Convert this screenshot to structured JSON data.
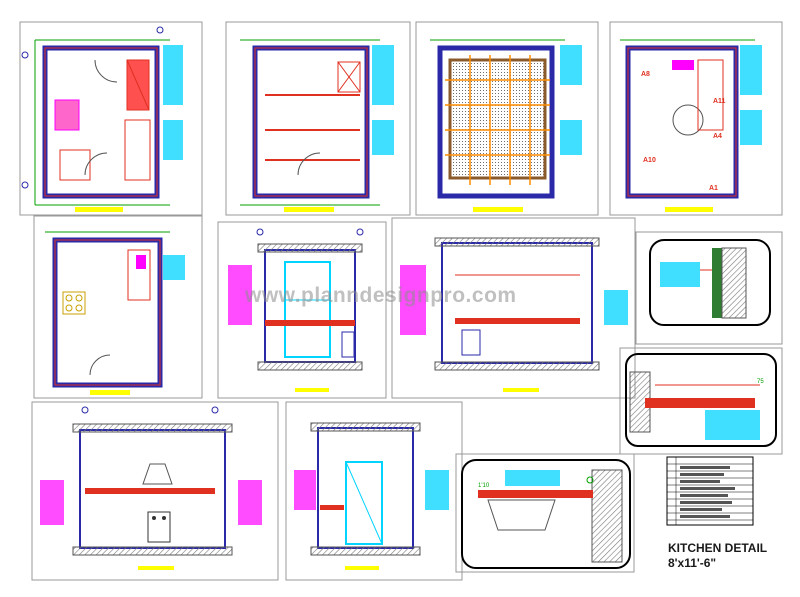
{
  "sheet": {
    "title": "KITCHEN DETAIL",
    "size": "8'x11'-6\"",
    "watermark": "www.planndesignpro.com"
  },
  "plans": {
    "tags": [
      "A8",
      "A11",
      "A4",
      "A10",
      "A1"
    ]
  },
  "elevations": {
    "detail_tags": [
      "1'10",
      "75"
    ]
  },
  "colors": {
    "wall": "#2a2aa8",
    "dimension": "#00a000",
    "annotation": "#00d4ff",
    "highlight": "#ff00ff",
    "furniture": "#e03020",
    "hatch": "#8b5a2b",
    "label_bar": "#ffff00",
    "frame": "#888888"
  }
}
